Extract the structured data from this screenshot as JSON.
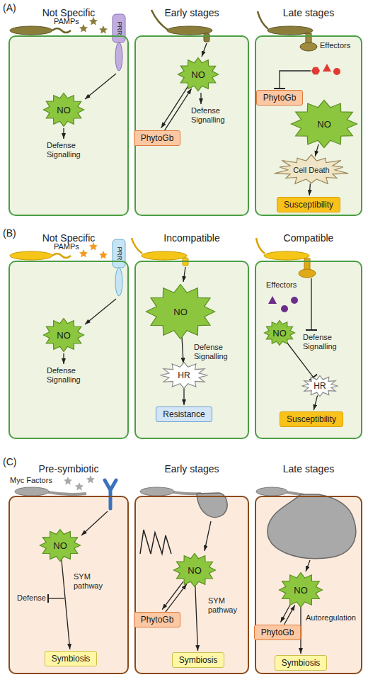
{
  "diagram": {
    "nodes": [
      {
        "text": [
          "Not Specific"
        ]
      },
      {
        "text": [
          "NO"
        ],
        "in": 0
      },
      {
        "text": [
          "Early stages"
        ]
      },
      {
        "text": [
          "NO"
        ],
        "in": 2
      },
      {
        "text": [
          "PhytoGb"
        ],
        "in": 2
      },
      {
        "text": [
          "Late stages"
        ]
      },
      {
        "text": [
          "PhytoGb"
        ],
        "in": 5
      },
      {
        "text": [
          "NO"
        ],
        "in": 5
      },
      {
        "text": [
          "Cell Death"
        ],
        "in": 5
      },
      {
        "text": [
          "Susceptibility"
        ],
        "in": 5
      },
      {
        "text": [
          "Not Specific"
        ]
      },
      {
        "text": [
          "NO"
        ],
        "in": 10
      },
      {
        "text": [
          "Incompatible"
        ]
      },
      {
        "text": [
          "NO"
        ],
        "in": 12
      },
      {
        "text": [
          "HR"
        ],
        "in": 12
      },
      {
        "text": [
          "Resistance"
        ],
        "in": 12
      },
      {
        "text": [
          "Compatible"
        ]
      },
      {
        "text": [
          "NO"
        ],
        "in": 16
      },
      {
        "text": [
          "HR"
        ],
        "in": 16
      },
      {
        "text": [
          "Susceptibility"
        ],
        "in": 16
      },
      {
        "text": [
          "Pre-symbiotic"
        ]
      },
      {
        "text": [
          "NO"
        ],
        "in": 20
      },
      {
        "text": [
          "Symbiosis"
        ],
        "in": 20
      },
      {
        "text": [
          "Early stages"
        ]
      },
      {
        "text": [
          "NO"
        ],
        "in": 23
      },
      {
        "text": [
          "PhytoGb"
        ],
        "in": 23
      },
      {
        "text": [
          "Symbiosis"
        ],
        "in": 23
      },
      {
        "text": [
          "Late stages"
        ]
      },
      {
        "text": [
          "NO"
        ],
        "in": 27
      },
      {
        "text": [
          "PhytoGb"
        ],
        "in": 27
      },
      {
        "text": [
          "Symbiosis"
        ],
        "in": 27
      }
    ],
    "edges": [
      {
        "from": 4,
        "to": 3,
        "arrow": "to"
      },
      {
        "from": 3,
        "to": 4,
        "arrow": "to"
      },
      {
        "from": 7,
        "to": 8,
        "arrow": "to"
      },
      {
        "from": 8,
        "to": 9,
        "arrow": "to"
      },
      {
        "from": 13,
        "to": 14,
        "arrow": "to"
      },
      {
        "from": 14,
        "to": 15,
        "arrow": "to"
      },
      {
        "from": 17,
        "to": 18,
        "arrow": "to"
      },
      {
        "from": 18,
        "to": 19,
        "arrow": "to"
      },
      {
        "from": 21,
        "to": 22,
        "arrow": "to"
      },
      {
        "from": 25,
        "to": 24,
        "arrow": "to"
      },
      {
        "from": 24,
        "to": 25,
        "arrow": "to"
      },
      {
        "from": 24,
        "to": 26,
        "arrow": "to"
      },
      {
        "from": 29,
        "to": 28,
        "arrow": "to"
      },
      {
        "from": 28,
        "to": 29,
        "arrow": "to"
      },
      {
        "from": 28,
        "to": 30,
        "arrow": "to"
      }
    ],
    "labels": [
      "(A)",
      "PAMPs",
      "PRR",
      "Defense Signalling",
      "Defense Signalling",
      "Effectors",
      "(B)",
      "PAMPs",
      "PRR",
      "Defense Signalling",
      "Defense Signalling",
      "Effectors",
      "Defense Signalling",
      "(C)",
      "Myc Factors",
      "SYM pathway",
      "Defense",
      "SYM pathway",
      "Autoregulation"
    ]
  }
}
